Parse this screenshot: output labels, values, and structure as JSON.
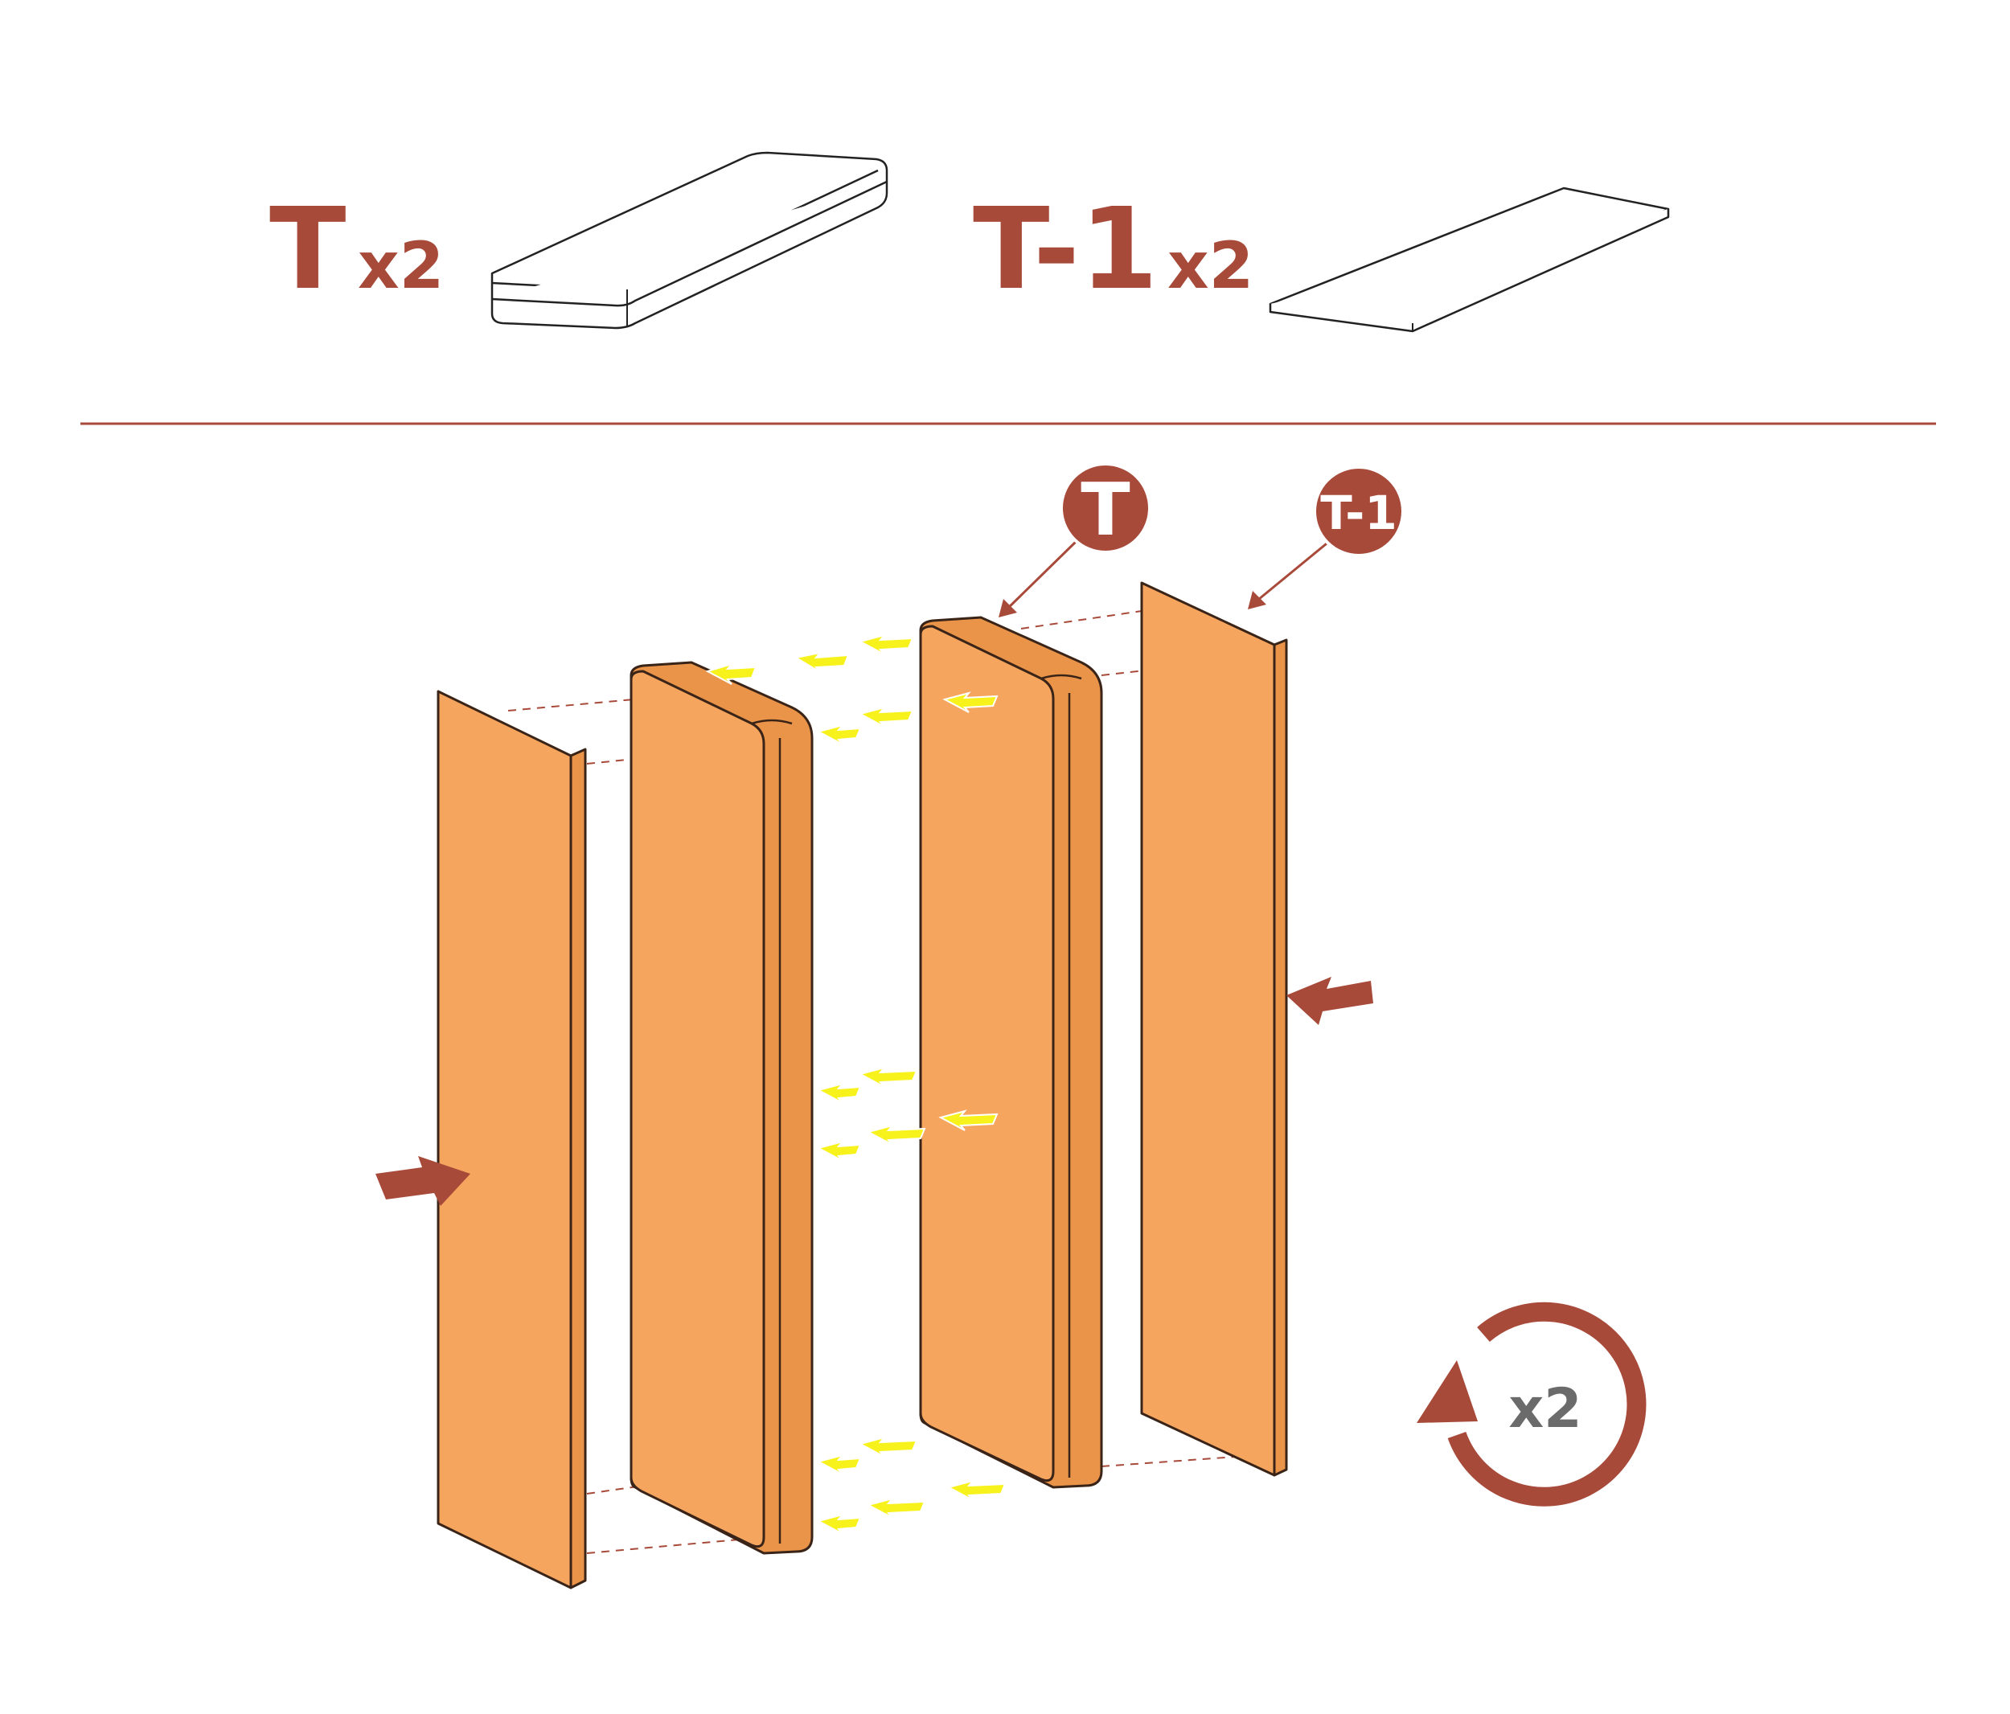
{
  "parts": [
    {
      "code": "T",
      "quantity": "x2"
    },
    {
      "code": "T-1",
      "quantity": "x2"
    }
  ],
  "callouts": [
    {
      "code": "T"
    },
    {
      "code": "T-1"
    }
  ],
  "repeat": {
    "count": "x2"
  },
  "colors": {
    "accent": "#a84a3a",
    "panel": "#f6a55e",
    "dowel_arrow": "#f8f21c",
    "repeat_text": "#6b6b6b"
  },
  "icons": [
    "rotate-repeat-icon",
    "push-arrow-icon",
    "dowel-arrow-icon",
    "callout-arrow-icon"
  ]
}
